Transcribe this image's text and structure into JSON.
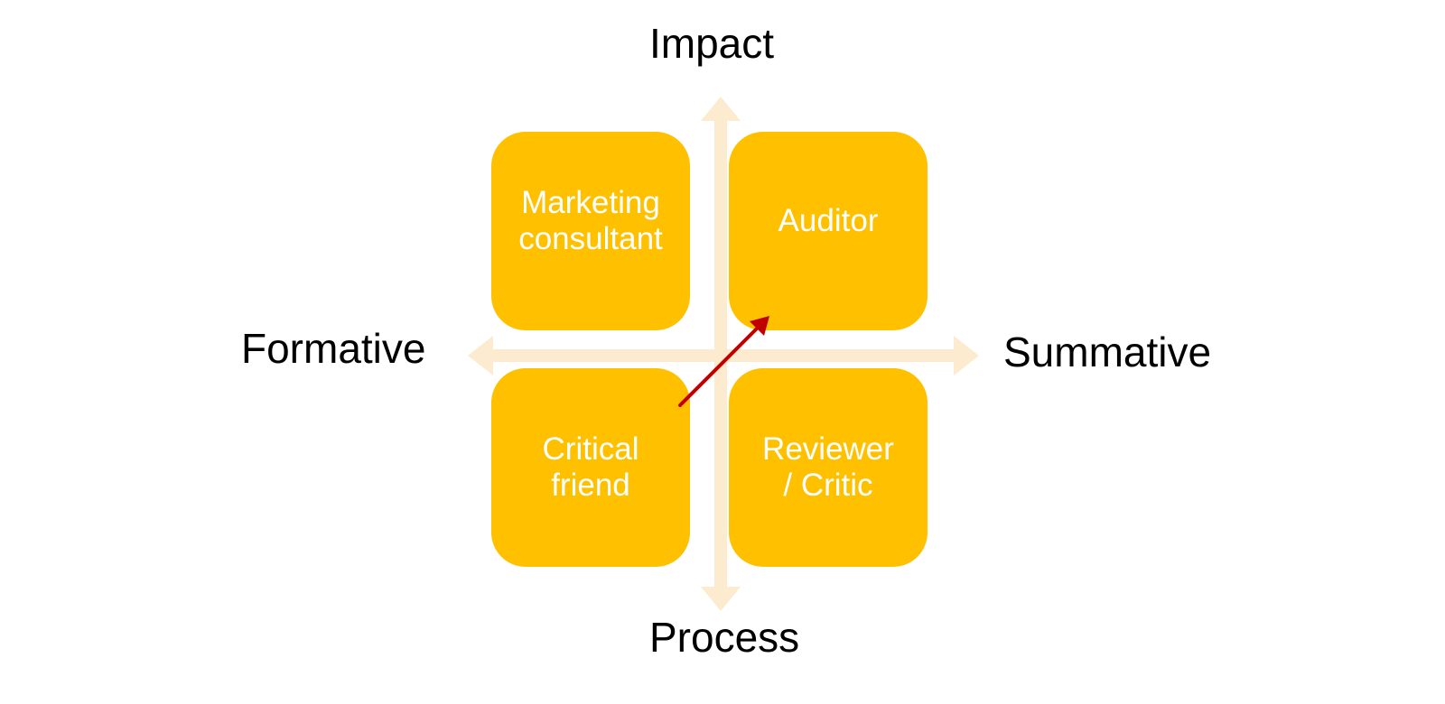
{
  "axes": {
    "top": "Impact",
    "bottom": "Process",
    "left": "Formative",
    "right": "Summative"
  },
  "quadrants": {
    "top_left": {
      "line1": "Marketing",
      "line2": "consultant"
    },
    "top_right": {
      "line1": "Auditor"
    },
    "bottom_left": {
      "line1": "Critical",
      "line2": "friend"
    },
    "bottom_right": {
      "line1": "Reviewer",
      "line2": "/ Critic"
    }
  },
  "colors": {
    "quadrant_fill": "#FFC000",
    "axis_arrow": "#FDEBD0",
    "shift_arrow": "#C00000",
    "text_dark": "#000000",
    "text_light": "#FFFFFF"
  }
}
